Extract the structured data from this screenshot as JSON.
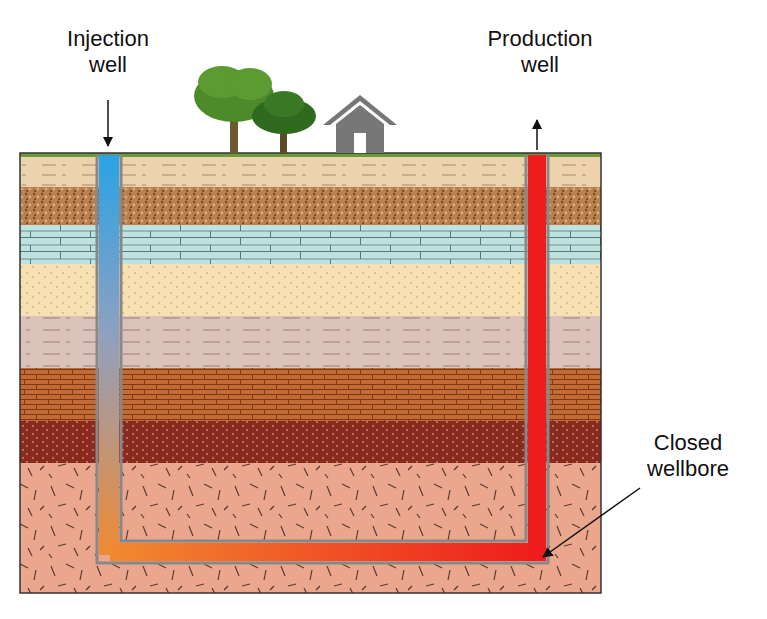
{
  "diagram": {
    "labels": [
      "Injection well",
      "Production well",
      "Closed wellbore"
    ]
  }
}
